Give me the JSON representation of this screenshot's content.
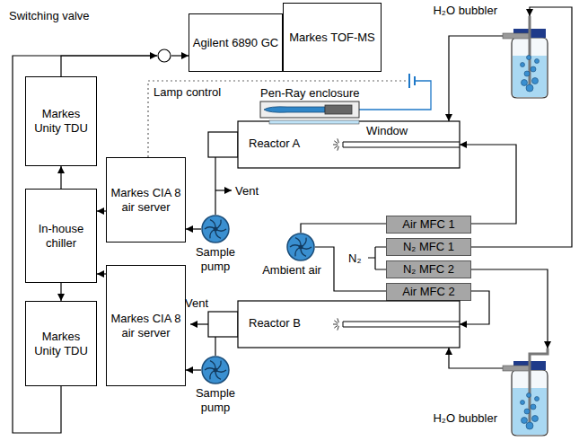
{
  "diagram": {
    "nodes": [
      {
        "text": [
          "Switching valve"
        ]
      },
      {
        "text": [
          "Agilent 6890 GC"
        ]
      },
      {
        "text": [
          "Markes TOF-MS"
        ]
      },
      {
        "text": [
          "H₂O bubbler"
        ]
      },
      {
        "text": [
          "Markes Unity TDU"
        ]
      },
      {
        "text": [
          "Pen-Ray enclosure"
        ]
      },
      {
        "text": [
          "Reactor A"
        ]
      },
      {
        "text": [
          "Markes CIA 8 air server"
        ]
      },
      {
        "text": [
          "Sample pump"
        ]
      },
      {
        "text": [
          "Ambient air"
        ]
      },
      {
        "text": [
          "Air MFC 1"
        ]
      },
      {
        "text": [
          "N₂ MFC 1"
        ]
      },
      {
        "text": [
          "N₂ MFC 2"
        ]
      },
      {
        "text": [
          "In-house chiller"
        ]
      },
      {
        "text": [
          "Air MFC 2"
        ]
      },
      {
        "text": [
          "Markes CIA 8 air server"
        ]
      },
      {
        "text": [
          "Reactor B"
        ]
      },
      {
        "text": [
          "Sample pump"
        ]
      },
      {
        "text": [
          "Markes Unity TDU"
        ]
      },
      {
        "text": [
          "H₂O bubbler"
        ]
      }
    ],
    "edges": [
      {
        "from": 4,
        "to": 0,
        "arrow": "to"
      },
      {
        "from": 18,
        "to": 0,
        "arrow": "none"
      },
      {
        "from": 0,
        "to": 1,
        "arrow": "to"
      },
      {
        "from": 7,
        "to": 13,
        "arrow": "to"
      },
      {
        "from": 15,
        "to": 13,
        "arrow": "to"
      },
      {
        "from": 13,
        "to": 4,
        "arrow": "to"
      },
      {
        "from": 13,
        "to": 18,
        "arrow": "to"
      },
      {
        "from": 6,
        "to": 8,
        "arrow": "none"
      },
      {
        "from": 8,
        "to": 7,
        "arrow": "to"
      },
      {
        "from": 16,
        "to": 17,
        "arrow": "none"
      },
      {
        "from": 17,
        "to": 15,
        "arrow": "to"
      },
      {
        "from": 9,
        "to": 10,
        "arrow": "none"
      },
      {
        "from": 9,
        "to": 14,
        "arrow": "none"
      },
      {
        "from": 10,
        "to": 6,
        "arrow": "to"
      },
      {
        "from": 11,
        "to": 3,
        "arrow": "to"
      },
      {
        "from": 3,
        "to": 6,
        "arrow": "to"
      },
      {
        "from": 12,
        "to": 19,
        "arrow": "to"
      },
      {
        "from": 19,
        "to": 16,
        "arrow": "to"
      },
      {
        "from": 14,
        "to": 16,
        "arrow": "to"
      }
    ],
    "labels": [
      "Lamp control",
      "Vent",
      "N₂",
      "Window",
      "Vent"
    ]
  }
}
